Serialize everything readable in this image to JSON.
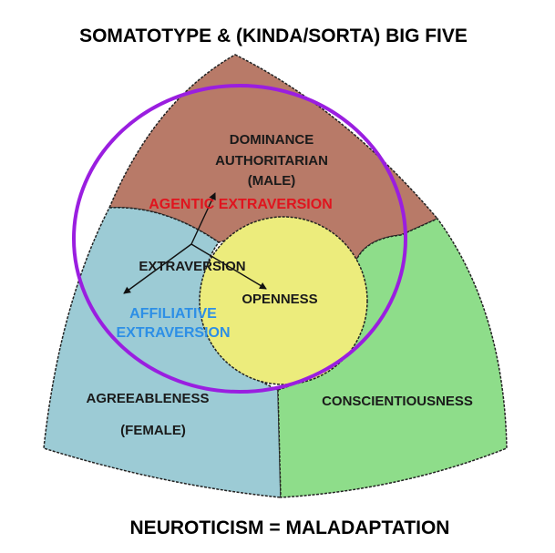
{
  "title": "SOMATOTYPE & (KINDA/SORTA) BIG FIVE",
  "footer": "NEUROTICISM = MALADAPTATION",
  "colors": {
    "dominance_region": "#b87a68",
    "agreeableness_region": "#9ccbd5",
    "conscientiousness_region": "#8edd8a",
    "openness_circle": "#ecec7c",
    "purple_circle": "#9a1ee0",
    "agentic_text": "#e0141e",
    "affiliative_text": "#2d8fe6"
  },
  "regions": {
    "dominance": [
      "DOMINANCE",
      "AUTHORITARIAN",
      "(MALE)"
    ],
    "agentic_extraversion": "AGENTIC EXTRAVERSION",
    "extraversion": "EXTRAVERSION",
    "affiliative": [
      "AFFILIATIVE",
      "EXTRAVERSION"
    ],
    "openness": "OPENNESS",
    "agreeableness": [
      "AGREEABLENESS",
      "(FEMALE)"
    ],
    "conscientiousness": "CONSCIENTIOUSNESS"
  }
}
